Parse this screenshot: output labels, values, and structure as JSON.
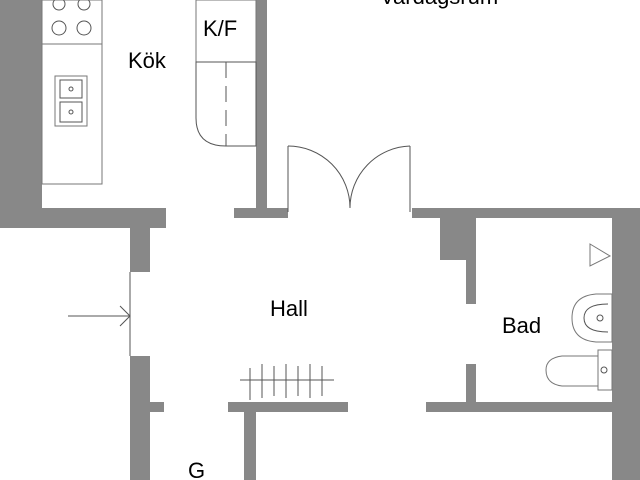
{
  "rooms": {
    "kitchen": "Kök",
    "fridge_freezer": "K/F",
    "living_room": "Vardagsrum",
    "hall": "Hall",
    "bathroom": "Bad",
    "wardrobe": "G"
  },
  "colors": {
    "wall": "#888888",
    "background": "#ffffff",
    "text": "#000000"
  }
}
